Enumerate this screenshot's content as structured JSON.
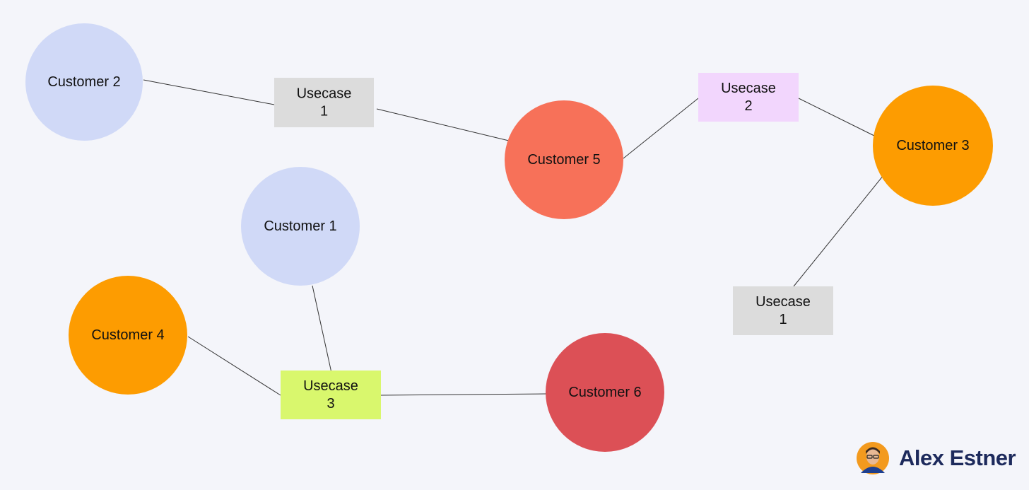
{
  "diagram": {
    "nodes": [
      {
        "id": "customer-2",
        "kind": "customer",
        "label": "Customer 2",
        "color": "#d0d9f7"
      },
      {
        "id": "customer-5",
        "kind": "customer",
        "label": "Customer 5",
        "color": "#f77159"
      },
      {
        "id": "customer-3",
        "kind": "customer",
        "label": "Customer 3",
        "color": "#fd9c01"
      },
      {
        "id": "customer-1",
        "kind": "customer",
        "label": "Customer 1",
        "color": "#d0d9f7"
      },
      {
        "id": "customer-4",
        "kind": "customer",
        "label": "Customer 4",
        "color": "#fd9c01"
      },
      {
        "id": "customer-6",
        "kind": "customer",
        "label": "Customer 6",
        "color": "#dc5056"
      },
      {
        "id": "usecase-1-top",
        "kind": "usecase",
        "label_lines": [
          "Usecase",
          "1"
        ],
        "color": "#dcdcdc"
      },
      {
        "id": "usecase-2",
        "kind": "usecase",
        "label_lines": [
          "Usecase",
          "2"
        ],
        "color": "#f2d6fd"
      },
      {
        "id": "usecase-1-right",
        "kind": "usecase",
        "label_lines": [
          "Usecase",
          "1"
        ],
        "color": "#dcdcdc"
      },
      {
        "id": "usecase-3",
        "kind": "usecase",
        "label_lines": [
          "Usecase",
          "3"
        ],
        "color": "#d9f76d"
      }
    ],
    "edges": [
      {
        "from": "customer-2",
        "to": "usecase-1-top"
      },
      {
        "from": "usecase-1-top",
        "to": "customer-5"
      },
      {
        "from": "customer-5",
        "to": "usecase-2"
      },
      {
        "from": "usecase-2",
        "to": "customer-3"
      },
      {
        "from": "customer-3",
        "to": "usecase-1-right"
      },
      {
        "from": "customer-1",
        "to": "usecase-3"
      },
      {
        "from": "customer-4",
        "to": "usecase-3"
      },
      {
        "from": "usecase-3",
        "to": "customer-6"
      }
    ]
  },
  "brand": {
    "name": "Alex Estner"
  }
}
